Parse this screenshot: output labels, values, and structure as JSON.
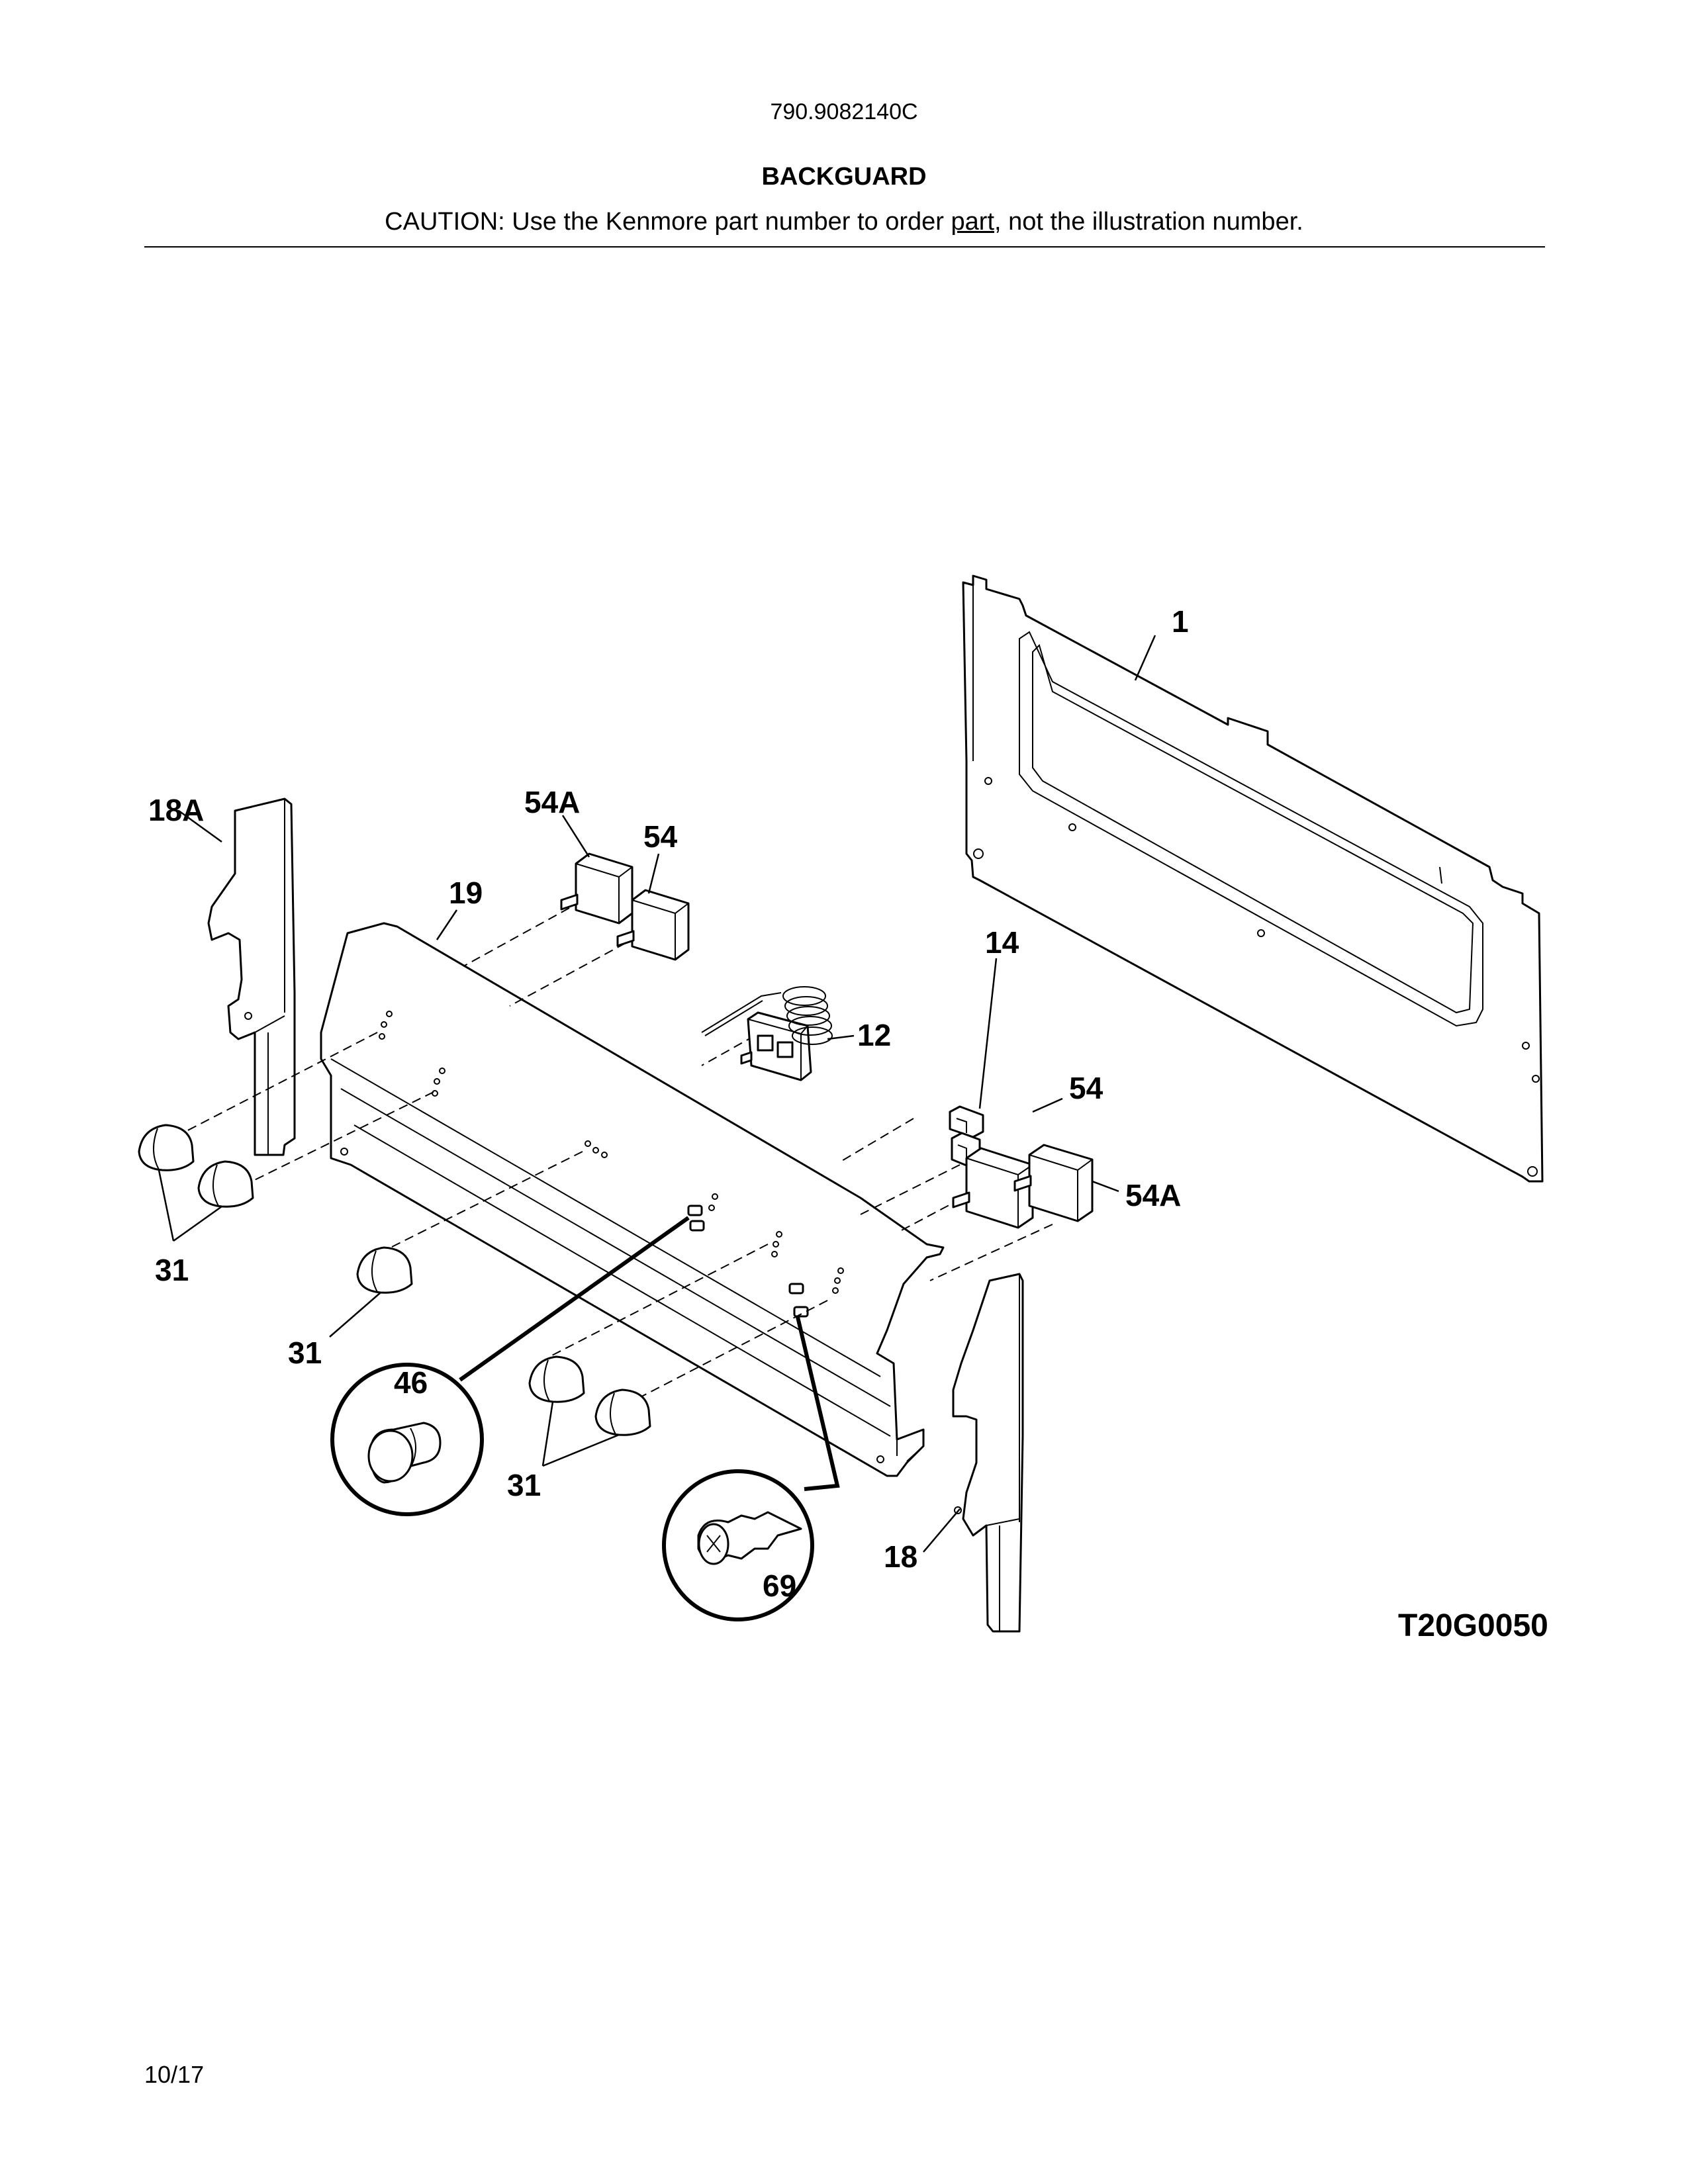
{
  "header": {
    "model_number": "790.9082140C",
    "title": "BACKGUARD",
    "caution_before": "CAUTION: Use the Kenmore part number to order ",
    "caution_underlined": "part",
    "caution_after": ", not the illustration number."
  },
  "diagram": {
    "drawing_code": "T20G0050",
    "callouts": {
      "c1": "1",
      "c18A": "18A",
      "c19": "19",
      "c54A_top": "54A",
      "c54_top": "54",
      "c14": "14",
      "c12": "12",
      "c54_right": "54",
      "c54A_right": "54A",
      "c31_left": "31",
      "c31_mid": "31",
      "c31_bottom": "31",
      "c46": "46",
      "c69": "69",
      "c18": "18"
    }
  },
  "footer": {
    "page_ref": "10/17"
  }
}
